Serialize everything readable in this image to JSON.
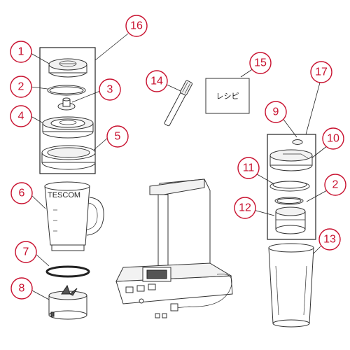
{
  "callouts": [
    "1",
    "2",
    "3",
    "4",
    "5",
    "6",
    "7",
    "8",
    "9",
    "10",
    "11",
    "2",
    "12",
    "13",
    "14",
    "15",
    "16",
    "17"
  ],
  "recipe_label": "レシピ",
  "jug_brand": "TESCOM",
  "colors": {
    "callout": "#c8102e",
    "line": "#222222"
  }
}
